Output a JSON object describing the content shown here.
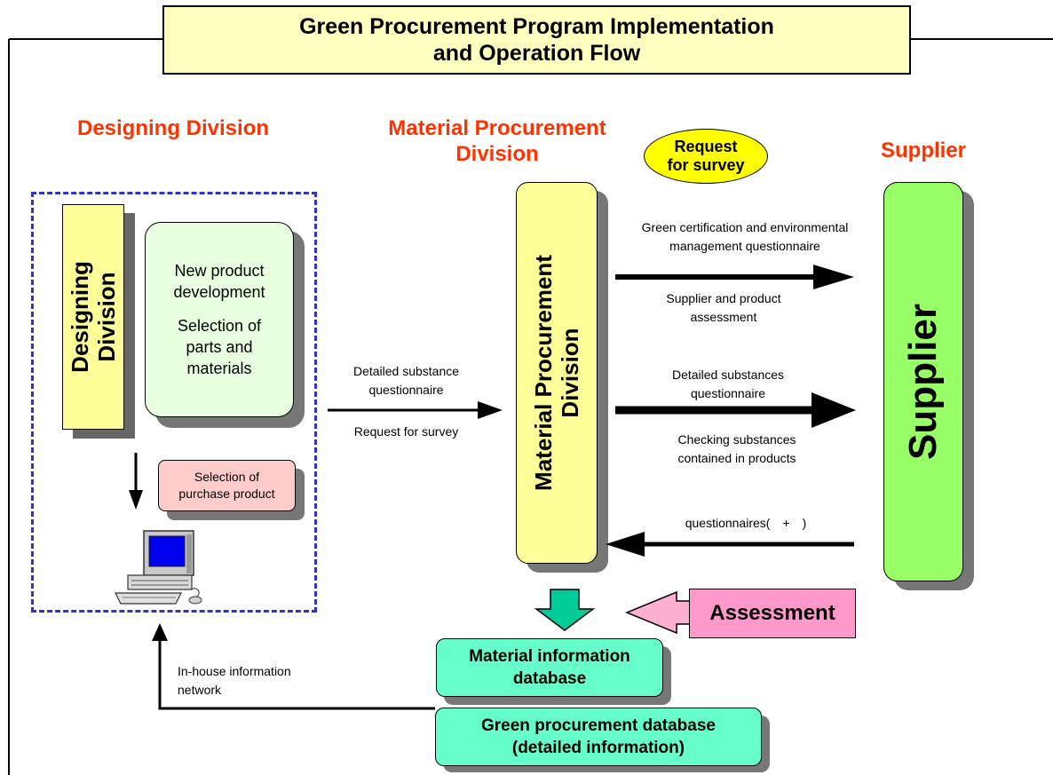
{
  "title": {
    "line1": "Green Procurement Program Implementation",
    "line2": "and Operation Flow"
  },
  "headings": {
    "designing": "Designing Division",
    "material_line1": "Material Procurement",
    "material_line2": "Division",
    "supplier": "Supplier"
  },
  "request_oval": {
    "line1": "Request",
    "line2": "for survey"
  },
  "designing_bar": {
    "line1": "Designing",
    "line2": "Division"
  },
  "development_box": {
    "line1": "New product",
    "line2": "development",
    "line3": "Selection of",
    "line4": "parts and",
    "line5": "materials"
  },
  "selection_box": {
    "line1": "Selection of",
    "line2": "purchase product"
  },
  "material_bar": {
    "line1": "Material Procurement",
    "line2": "Division"
  },
  "supplier_bar": {
    "label": "Supplier"
  },
  "arrow_labels": {
    "green_cert_line1": "Green certification and environmental",
    "green_cert_line2": "management questionnaire",
    "assessment_line1": "Supplier and product",
    "assessment_line2": "assessment",
    "detailed_substances_line1": "Detailed substances",
    "detailed_substances_line2": "questionnaire",
    "checking_line1": "Checking substances",
    "checking_line2": "contained in products",
    "questionnaires_return": "questionnaires(　+　)",
    "detailed_substance_line1": "Detailed substance",
    "detailed_substance_line2": "questionnaire",
    "request_for_survey": "Request for survey",
    "inhouse_line1": "In-house information",
    "inhouse_line2": "network"
  },
  "assessment_box": {
    "label": "Assessment"
  },
  "material_db": {
    "line1": "Material information",
    "line2": "database"
  },
  "green_db": {
    "line1": "Green procurement database",
    "line2": "(detailed information)"
  },
  "colors": {
    "heading": "#ff3300",
    "yellow_fill": "#ffff99",
    "title_fill": "#ffffc0",
    "green_fill": "#99ff66",
    "light_green_fill": "#e8ffe0",
    "pink_fill": "#ffcccc",
    "assessment_fill": "#ff99cc",
    "database_fill": "#66ffcc",
    "oval_fill": "#ffff00",
    "dashed_border": "#3333cc"
  }
}
